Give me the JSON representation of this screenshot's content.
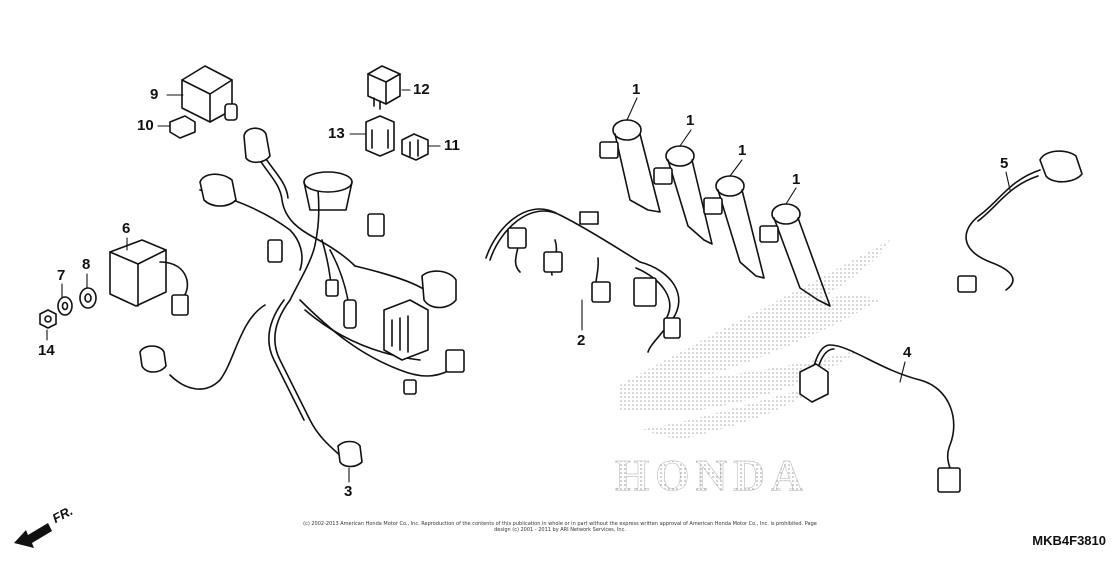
{
  "callouts": {
    "c1": "1",
    "c2": "2",
    "c3": "3",
    "c4": "4",
    "c5": "5",
    "c6": "6",
    "c7": "7",
    "c8": "8",
    "c9": "9",
    "c10": "10",
    "c11": "11",
    "c12": "12",
    "c13": "13",
    "c14": "14"
  },
  "watermark_brand": "HONDA",
  "direction_label": "FR.",
  "copyright_text": "(c) 2002-2013 American Honda Motor Co., Inc. Reproduction of the contents of this publication in whole or in part without the express written approval of American Honda Motor Co., Inc. is prohibited. Page design (c) 2001 - 2011 by ARI Network Services, Inc.",
  "diagram_code": "MKB4F3810",
  "colors": {
    "line": "#111111",
    "watermark": "#9a9a9a"
  }
}
